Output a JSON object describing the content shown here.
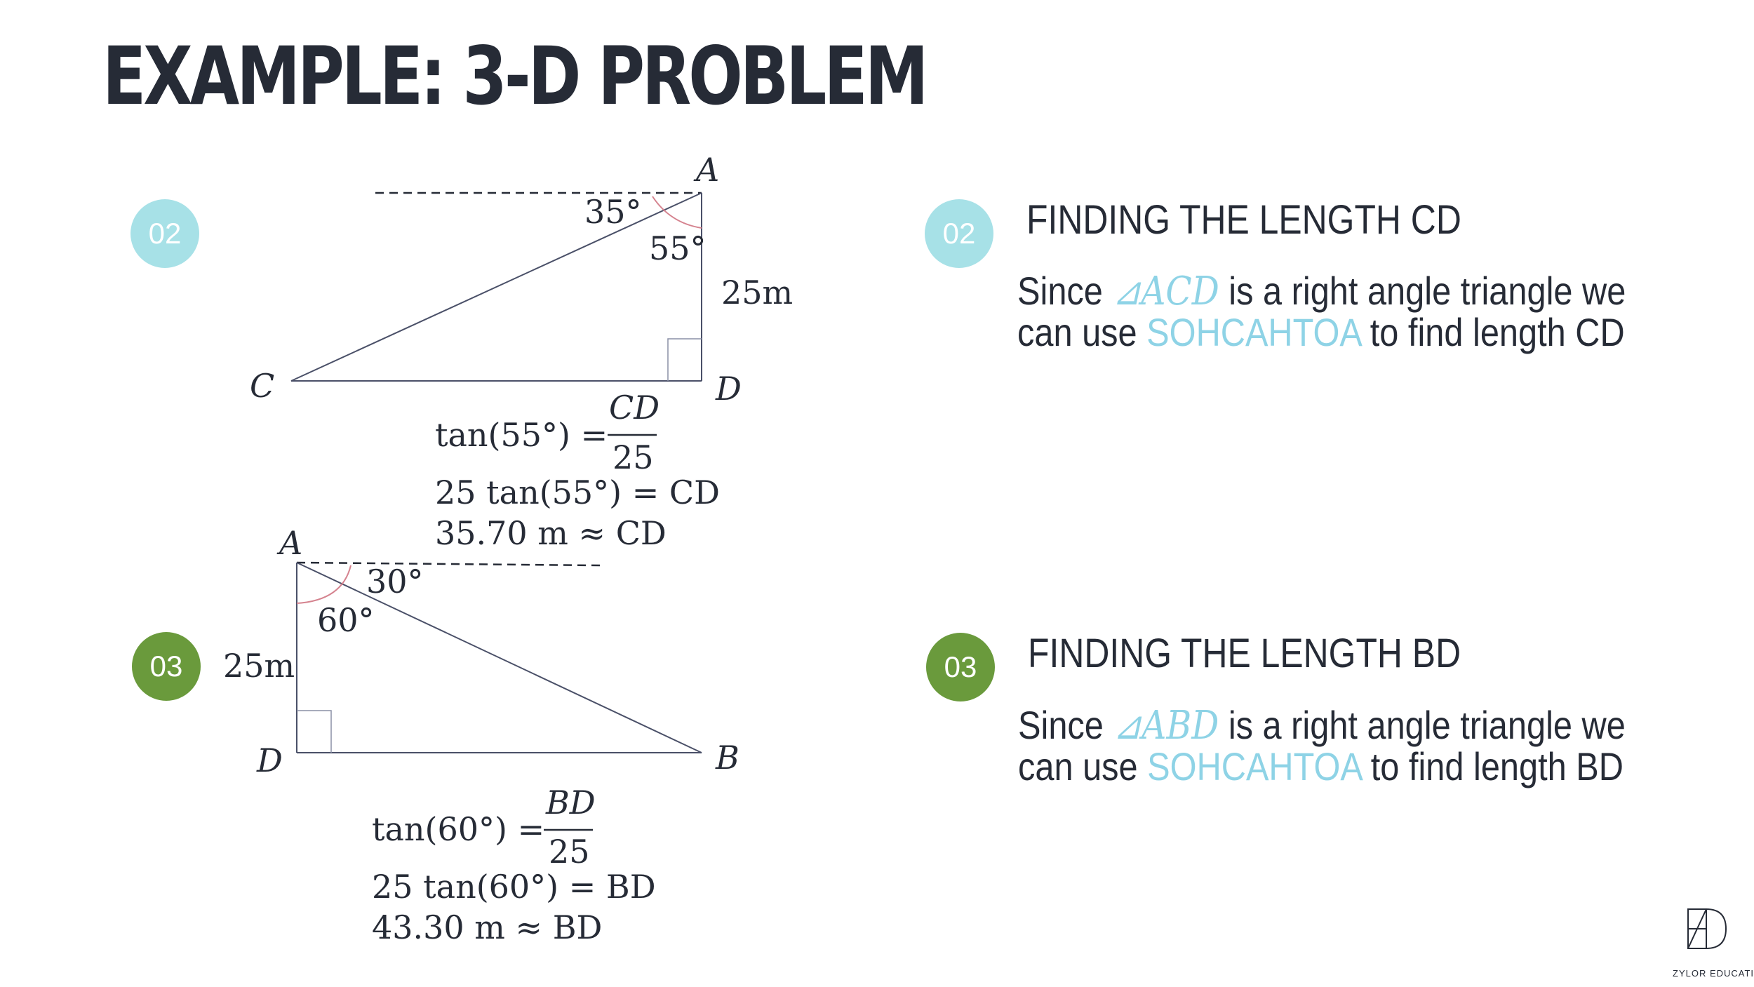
{
  "title": "EXAMPLE: 3-D PROBLEM",
  "colors": {
    "teal": "#a7e1e7",
    "green": "#6a9a3c",
    "highlight": "#8ed3e6",
    "text": "#262b36",
    "arc": "#d5838f"
  },
  "section_top": {
    "badge": "02",
    "heading": "FINDING THE LENGTH CD",
    "text_before": "Since ",
    "triangle": "⊿ACD",
    "text_mid": " is a right angle triangle we",
    "line2_before": "can use ",
    "keyword": "SOHCAHTOA",
    "line2_after": " to find length CD",
    "diagram": {
      "vertex_a": "A",
      "vertex_c": "C",
      "vertex_d": "D",
      "angle_top": "35°",
      "angle_inner": "55°",
      "side": "25m"
    },
    "equations": {
      "eq1_left": "tan(55°) =",
      "eq1_num": "CD",
      "eq1_den": "25",
      "eq2": "25 tan(55°) = CD",
      "eq3": "35.70 m  ≈ CD"
    }
  },
  "section_bottom": {
    "badge": "03",
    "heading": "FINDING THE LENGTH BD",
    "text_before": "Since ",
    "triangle": "⊿ABD",
    "text_mid": " is a right angle triangle we",
    "line2_before": "can use ",
    "keyword": "SOHCAHTOA",
    "line2_after": " to find length BD",
    "diagram": {
      "vertex_a": "A",
      "vertex_d": "D",
      "vertex_b": "B",
      "angle_top": "30°",
      "angle_inner": "60°",
      "side": "25m"
    },
    "equations": {
      "eq1_left": "tan(60°) =",
      "eq1_num": "BD",
      "eq1_den": "25",
      "eq2": "25 tan(60°) = BD",
      "eq3": "43.30 m  ≈ BD"
    }
  },
  "logo": {
    "text": "ZYLOR EDUCATION"
  }
}
